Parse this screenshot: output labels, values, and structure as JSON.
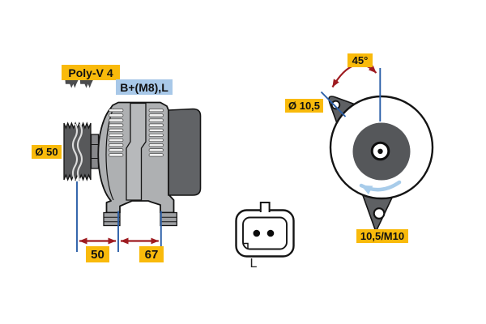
{
  "colors": {
    "background": "#FFFFFF",
    "label_yellow": "#F9BA0B",
    "label_blue": "#A8C8E8",
    "dimension_blue": "#2B5FA8",
    "arrow_dark_red": "#9E1B20",
    "rotation_light_blue": "#A8CCEA",
    "body_gray": "#AEB0B2",
    "ridge_gray": "#B7B9BB",
    "housing_dark_gray": "#616366",
    "pulley_dark_gray": "#57585A",
    "hub_gray": "#87888B",
    "foot_gray": "#9EA0A3",
    "bracket_gray": "#5E6063",
    "rotor_gray": "#55575A",
    "vent_white": "#F0F0F0",
    "outline_black": "#141414"
  },
  "side_view": {
    "belt_type_label": "Poly-V 4",
    "terminal_label": "B+(M8),L",
    "pulley_diameter_label": "Ø 50",
    "dimension_pulley_offset": "50",
    "dimension_mounting_width": "67"
  },
  "connector": {
    "designation_label": "L",
    "pin_count": 2
  },
  "rear_view": {
    "mounting_angle_label": "45°",
    "mounting_hole_diameter_label": "Ø 10,5",
    "mounting_hole_spec_label": "10,5/M10"
  },
  "icons": {
    "belt_profile_icon": "poly-v-belt-cross-section",
    "angle_arrow_icon": "double-headed-arc-arrow",
    "rotation_arrow_icon": "counterclockwise-rotation-arrow",
    "dimension_arrow_icon": "double-headed-dimension-arrow"
  }
}
